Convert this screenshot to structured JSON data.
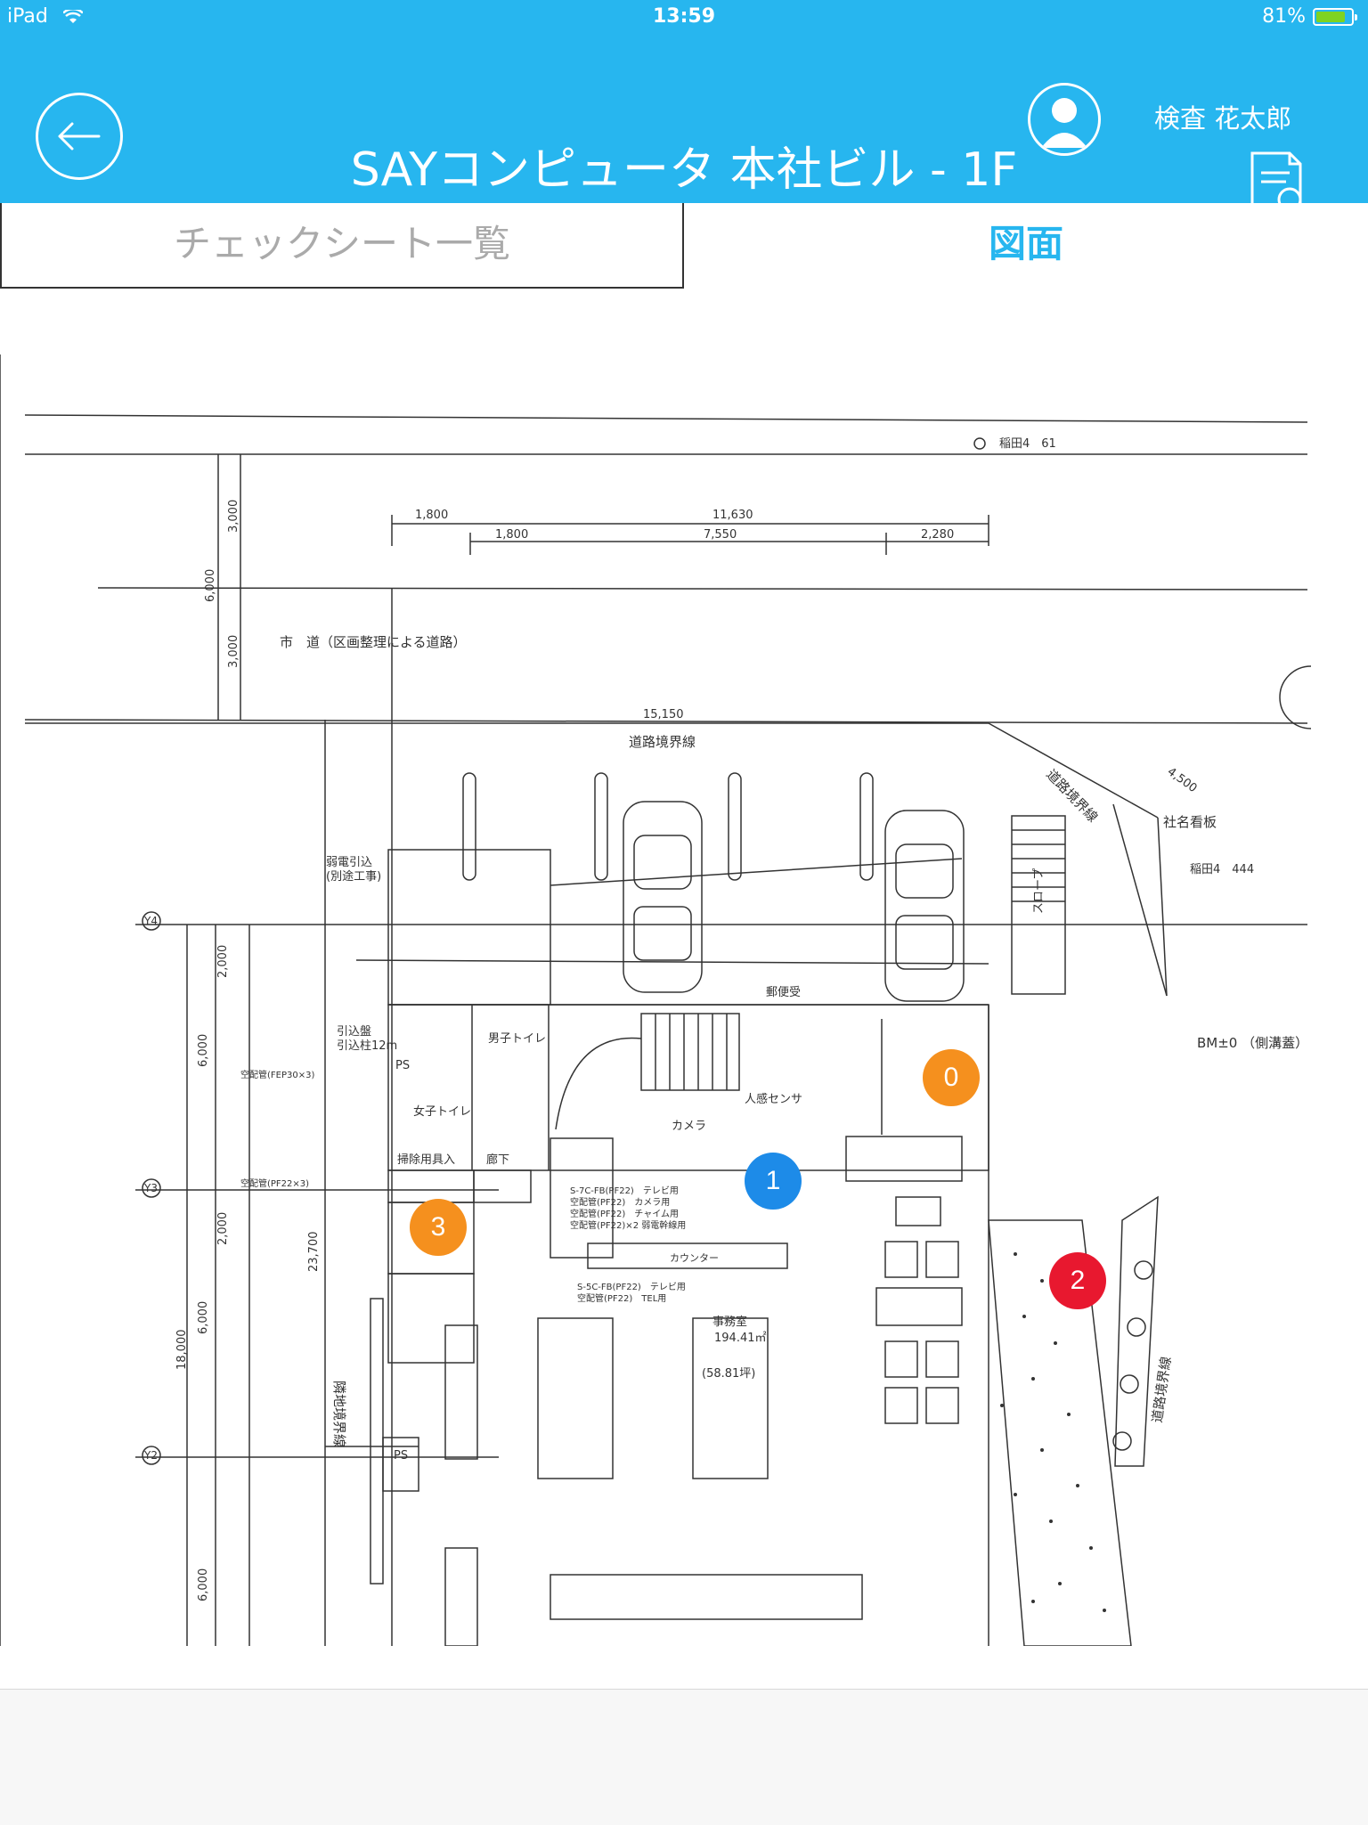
{
  "status_bar": {
    "device": "iPad",
    "time": "13:59",
    "battery": "81%"
  },
  "nav": {
    "title": "SAYコンピュータ 本社ビル - 1F",
    "user_name": "検査 花太郎"
  },
  "tabs": {
    "checksheets": "チェックシート一覧",
    "drawing": "図面"
  },
  "markers": [
    {
      "label": "0",
      "color": "#f5901e"
    },
    {
      "label": "1",
      "color": "#1d8be8"
    },
    {
      "label": "2",
      "color": "#e8182f"
    },
    {
      "label": "3",
      "color": "#f5901e"
    }
  ],
  "plan_text": {
    "road": "市　道（区画整理による道路）",
    "road_boundary": "道路境界線",
    "road_boundary2": "道路境界線",
    "road_boundary3": "道路境界線",
    "neighbor_boundary": "隣地境界線",
    "inada61": "稲田4　61",
    "inada444": "稲田4　444",
    "sign": "社名看板",
    "bm": "BM±0 （側溝蓋）",
    "office": "事務室",
    "office_area": "194.41㎡",
    "office_tsubo": "(58.81坪)",
    "counter": "カウンター",
    "slope": "スロープ",
    "corridor": "廊下",
    "mens": "男子トイレ",
    "womens": "女子トイレ",
    "cleaning": "掃除用具入",
    "mailbox": "郵便受",
    "power": "弱電引込",
    "power2": "(別途工事)",
    "hikikomi": "引込盤",
    "hikikomi2": "引込柱12m",
    "d1800a": "1,800",
    "d11630": "11,630",
    "d1800b": "1,800",
    "d7550": "7,550",
    "d2280": "2,280",
    "d15150": "15,150",
    "d4500": "4,500",
    "d3000a": "3,000",
    "d6000a": "6,000",
    "d3000b": "3,000",
    "d18000": "18,000",
    "d6000b": "6,000",
    "d2000a": "2,000",
    "d6000c": "6,000",
    "d2000b": "2,000",
    "d6000d": "6,000",
    "d23700": "23,700",
    "y4": "Y4",
    "y3": "Y3",
    "y2": "Y2",
    "ps": "PS",
    "ps2": "PS",
    "camera": "カメラ",
    "sensor": "人感センサ",
    "tv1": "S-7C-FB(PF22)　テレビ用",
    "cam1": "空配管(PF22)　カメラ用",
    "chime": "空配管(PF22)　チャイム用",
    "weak": "空配管(PF22)×2 弱電幹線用",
    "tv2": "S-5C-FB(PF22)　テレビ用",
    "tel": "空配管(PF22)　TEL用",
    "fep": "空配管(FEP30×3)",
    "pf22": "空配管(PF22×3)"
  }
}
